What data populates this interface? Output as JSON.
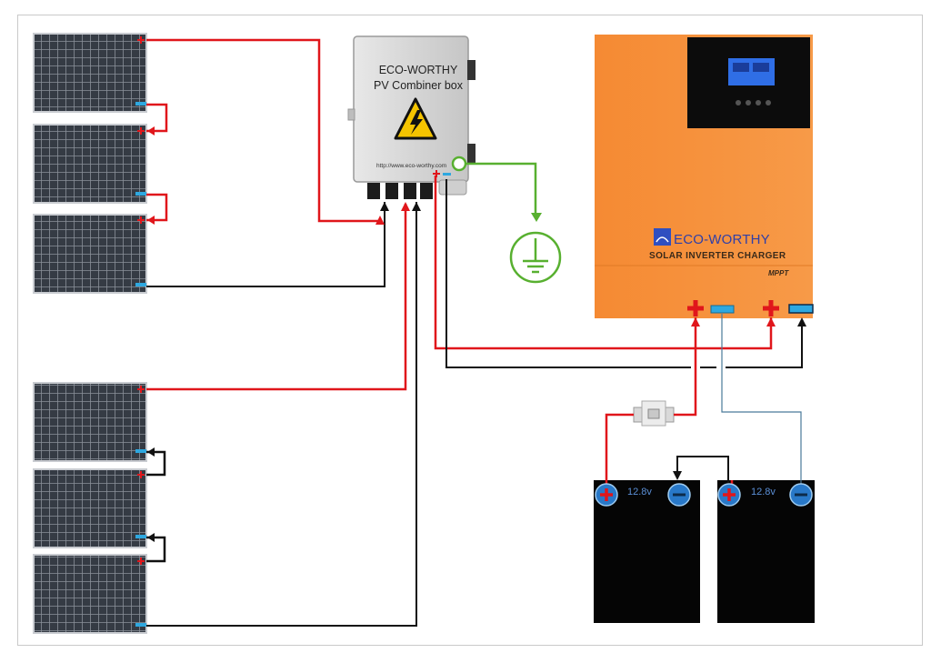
{
  "combiner": {
    "brand": "ECO-WORTHY",
    "title": "PV Combiner box",
    "url": "http://www.eco-worthy.com"
  },
  "inverter": {
    "brand": "ECO-WORTHY",
    "subtitle": "SOLAR INVERTER CHARGER",
    "mppt": "MPPT"
  },
  "batteries": [
    {
      "voltage": "12.8v"
    },
    {
      "voltage": "12.8v"
    }
  ],
  "colors": {
    "positive_wire": "#e0161b",
    "negative_wire": "#111111",
    "ground_wire": "#58b030",
    "negative_terminal": "#2ea8e0",
    "inverter_body": "#f7913a",
    "battery_body": "#050505",
    "sense_wire": "#4a7a9a"
  },
  "icons": [
    "solar-panel",
    "combiner-box",
    "high-voltage-warning",
    "ground-symbol",
    "inverter",
    "fuse",
    "battery"
  ]
}
